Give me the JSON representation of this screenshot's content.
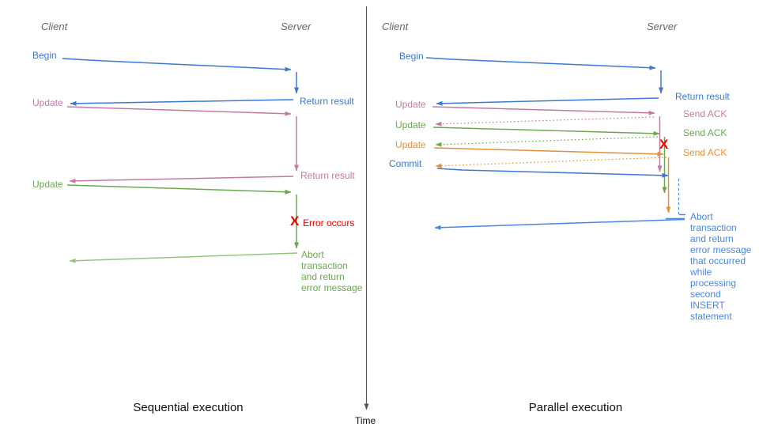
{
  "colors": {
    "blue": "#3b78d8",
    "light_blue": "#4a86e8",
    "pink": "#c27ba0",
    "green": "#6aa84f",
    "light_green": "#93c47d",
    "orange": "#e69138",
    "red": "#ee0000",
    "gray": "#666666",
    "axis": "#555555",
    "text": "#111111"
  },
  "time_axis": {
    "label": "Time"
  },
  "left_panel": {
    "caption": "Sequential execution",
    "client_header": "Client",
    "server_header": "Server",
    "labels": {
      "begin": "Begin",
      "return_result_1": "Return result",
      "update_1": "Update",
      "return_result_2": "Return result",
      "update_2": "Update",
      "error_mark": "X",
      "error_occurs": "Error occurs",
      "abort": "Abort\ntransaction\nand return\nerror message"
    }
  },
  "right_panel": {
    "caption": "Parallel execution",
    "client_header": "Client",
    "server_header": "Server",
    "labels": {
      "begin": "Begin",
      "return_result": "Return result",
      "update_1": "Update",
      "send_ack_1": "Send ACK",
      "update_2": "Update",
      "send_ack_2": "Send ACK",
      "update_3": "Update",
      "send_ack_3": "Send ACK",
      "commit": "Commit",
      "error_mark": "X",
      "abort": "Abort\ntransaction\nand return\nerror message\nthat occurred\nwhile\nprocessing\nsecond\nINSERT\nstatement"
    }
  }
}
